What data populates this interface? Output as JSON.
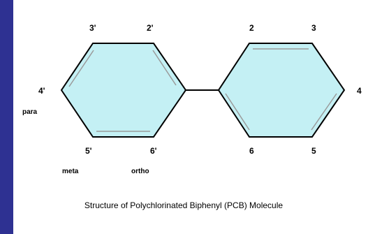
{
  "colors": {
    "frame": "#2e3192",
    "panel": "#ffffff",
    "ring_fill": "#c4f0f4",
    "bond": "#000000",
    "inner_bond": "#9a9a9a"
  },
  "diagram": {
    "left_ring_labels": {
      "p3": "3'",
      "p2": "2'",
      "p4": "4'",
      "p5": "5'",
      "p6": "6'"
    },
    "right_ring_labels": {
      "p2": "2",
      "p3": "3",
      "p4": "4",
      "p6": "6",
      "p5": "5"
    },
    "position_names": {
      "para": "para",
      "meta": "meta",
      "ortho": "ortho"
    },
    "caption": "Structure of Polychlorinated Biphenyl (PCB) Molecule"
  }
}
